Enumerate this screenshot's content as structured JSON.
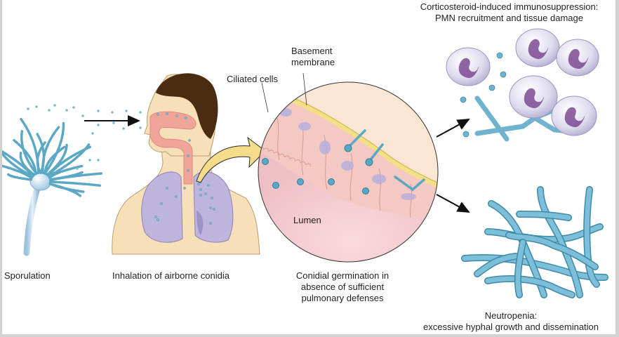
{
  "figure": {
    "stages": [
      {
        "id": "sporulation",
        "label": "Sporulation"
      },
      {
        "id": "inhalation",
        "label": "Inhalation of airborne conidia"
      },
      {
        "id": "germination",
        "label_lines": [
          "Conidial germination in",
          "absence of sufficient",
          "pulmonary defenses"
        ]
      },
      {
        "id": "corticosteroid",
        "label_lines": [
          "Corticosteroid-induced immunosuppression:",
          "PMN recruitment and tissue damage"
        ]
      },
      {
        "id": "neutropenia",
        "label_lines": [
          "Neutropenia:",
          "excessive hyphal growth and dissemination"
        ]
      }
    ],
    "callouts": {
      "basement_membrane": [
        "Basement",
        "membrane"
      ],
      "ciliated_cells": "Ciliated cells",
      "lumen": "Lumen"
    },
    "colors": {
      "conidia": "#5aa8c4",
      "hyphae": "#6fb3cf",
      "airway": "#f0a59a",
      "lungs": "#bdb5dc",
      "skin": "#f7dfb8",
      "hair": "#4a2c12",
      "basement_membrane": "#f2df86",
      "epithelium": "#f5c9c3",
      "lumen": "#f7d3d6",
      "neutrophil": "#dcdbec",
      "neutrophil_nucleus": "#7b4a93",
      "arrow_fill": "#f5dc8a"
    }
  }
}
